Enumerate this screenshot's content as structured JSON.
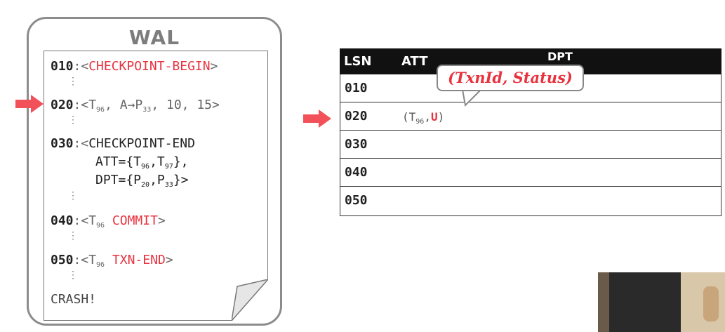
{
  "wal": {
    "title": "WAL",
    "entries": [
      {
        "lsn": "010",
        "open": ":<",
        "body": "CHECKPOINT-BEGIN",
        "close": ">"
      },
      {
        "lsn": "020",
        "open": ":<T",
        "sub": "96",
        "mid": ", A→P",
        "sub2": "33",
        "tail": ", 10, 15>"
      },
      {
        "lsn": "030",
        "open": ":<",
        "body": "CHECKPOINT-END",
        "att": "ATT={T",
        "att_s1": "96",
        "att_m": ",T",
        "att_s2": "97",
        "att_e": "},",
        "dpt": "DPT={P",
        "dpt_s1": "20",
        "dpt_m": ",P",
        "dpt_s2": "33",
        "dpt_e": "}>"
      },
      {
        "lsn": "040",
        "open": ":<T",
        "sub": "96",
        "body": "COMMIT",
        "close": ">"
      },
      {
        "lsn": "050",
        "open": ":<T",
        "sub": "96",
        "body": "TXN-END",
        "close": ">"
      }
    ],
    "crash": "CRASH!"
  },
  "table": {
    "headers": [
      "LSN",
      "ATT",
      "DPT"
    ],
    "rows": [
      {
        "lsn": "010",
        "att": ""
      },
      {
        "lsn": "020",
        "att_open": "(T",
        "att_sub": "96",
        "att_comma": ",",
        "att_status": "U",
        "att_close": ")"
      },
      {
        "lsn": "030",
        "att": ""
      },
      {
        "lsn": "040",
        "att": ""
      },
      {
        "lsn": "050",
        "att": ""
      }
    ]
  },
  "callout": {
    "text": "(TxnId, Status)"
  },
  "colors": {
    "accent_red": "#e8323f",
    "arrow_red": "#f2515a",
    "header_black": "#111111"
  }
}
